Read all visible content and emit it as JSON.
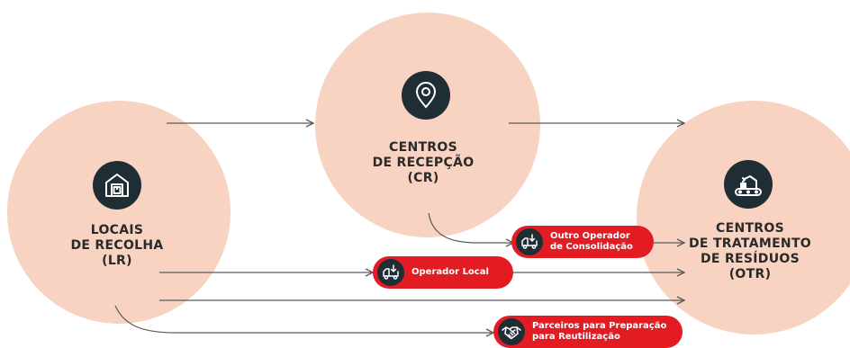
{
  "colors": {
    "circle": "#f8d3c2",
    "icon_bg": "#1f2d34",
    "pill": "#e31c23",
    "arrow": "#5a5a5a"
  },
  "nodes": {
    "lr": {
      "icon": "warehouse-box-icon",
      "lines": [
        "LOCAIS",
        "DE RECOLHA",
        "(LR)"
      ]
    },
    "cr": {
      "icon": "location-pin-icon",
      "lines": [
        "CENTROS",
        "DE RECEPÇÃO",
        "(CR)"
      ]
    },
    "otr": {
      "icon": "conveyor-robot-icon",
      "lines": [
        "CENTROS",
        "DE TRATAMENTO",
        "DE RESÍDUOS",
        "(OTR)"
      ]
    }
  },
  "operators": [
    {
      "icon": "truck-arrow-icon",
      "lines": [
        "Outro Operador",
        "de Consolidação"
      ]
    },
    {
      "icon": "truck-arrow-icon",
      "lines": [
        "Operador Local"
      ]
    },
    {
      "icon": "handshake-icon",
      "lines": [
        "Parceiros para Preparação",
        "para Reutilização"
      ]
    }
  ]
}
